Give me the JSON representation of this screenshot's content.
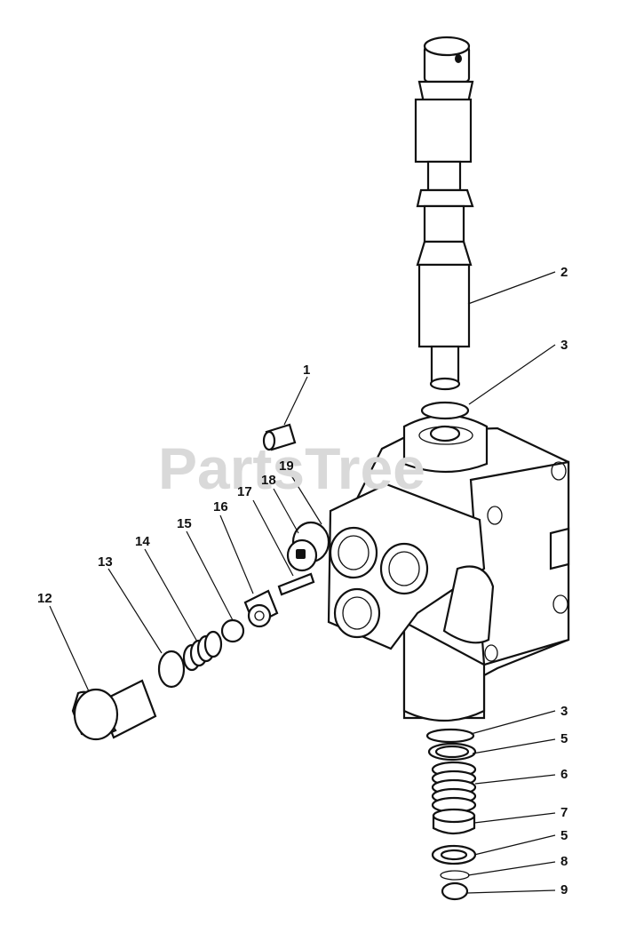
{
  "watermark": "PartsTree",
  "callouts": [
    {
      "id": "c1",
      "text": "1"
    },
    {
      "id": "c2",
      "text": "2"
    },
    {
      "id": "c3a",
      "text": "3"
    },
    {
      "id": "c3b",
      "text": "3"
    },
    {
      "id": "c5a",
      "text": "5"
    },
    {
      "id": "c6",
      "text": "6"
    },
    {
      "id": "c7",
      "text": "7"
    },
    {
      "id": "c5b",
      "text": "5"
    },
    {
      "id": "c8",
      "text": "8"
    },
    {
      "id": "c9",
      "text": "9"
    },
    {
      "id": "c12",
      "text": "12"
    },
    {
      "id": "c13",
      "text": "13"
    },
    {
      "id": "c14",
      "text": "14"
    },
    {
      "id": "c15",
      "text": "15"
    },
    {
      "id": "c16",
      "text": "16"
    },
    {
      "id": "c17",
      "text": "17"
    },
    {
      "id": "c18",
      "text": "18"
    },
    {
      "id": "c19",
      "text": "19"
    }
  ]
}
